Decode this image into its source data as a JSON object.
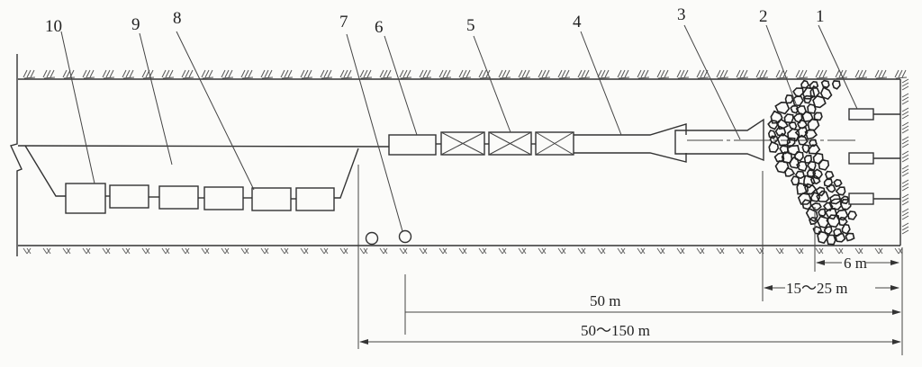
{
  "labels": [
    "1",
    "2",
    "3",
    "4",
    "5",
    "6",
    "7",
    "8",
    "9",
    "10"
  ],
  "dimensions": {
    "d1": "6 m",
    "d2": "15～25 m",
    "d3": "50 m",
    "d4": "50～150 m"
  },
  "colors": {
    "ink": "#333333",
    "paper": "#fbfbf9"
  }
}
